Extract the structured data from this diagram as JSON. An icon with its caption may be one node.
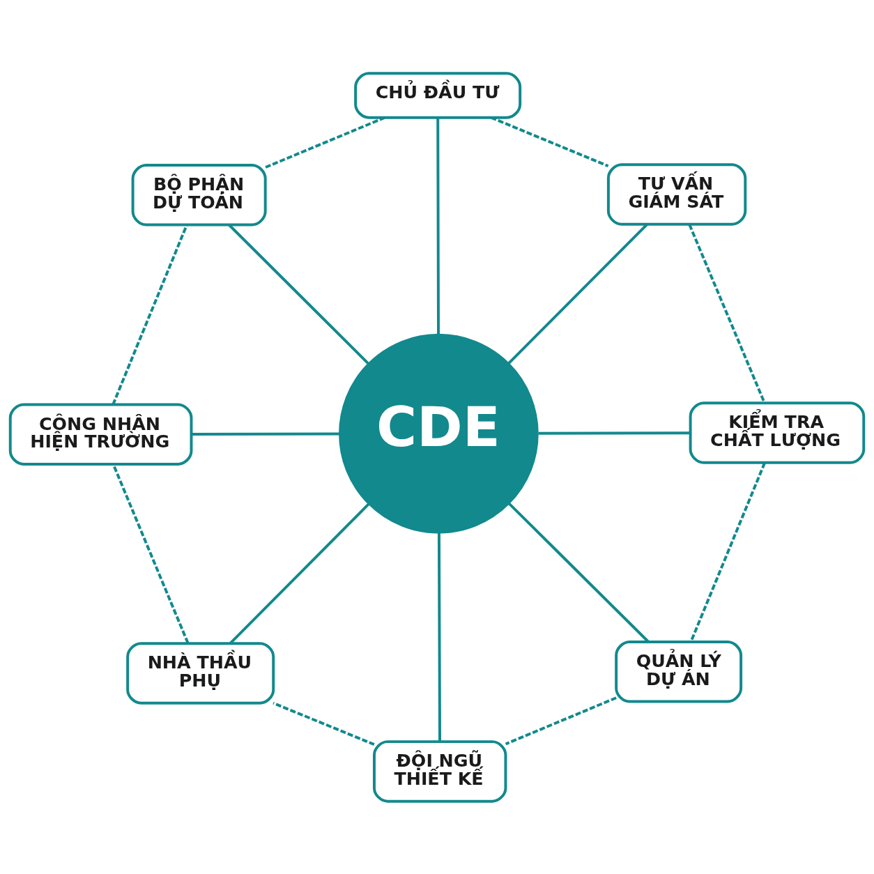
{
  "diagram": {
    "nodes": [
      {
        "text": [
          "CHỦ ĐẦU TƯ"
        ]
      },
      {
        "text": [
          "BỘ PHẬN DỰ TOÁN"
        ]
      },
      {
        "text": [
          "TƯ VẤN GIÁM SÁT"
        ]
      },
      {
        "text": [
          "CÔNG NHÂN HIỆN TRƯỜNG"
        ]
      },
      {
        "text": [
          "CDE"
        ]
      },
      {
        "text": [
          "KIỂM TRA CHẤT LƯỢNG"
        ]
      },
      {
        "text": [
          "NHÀ THẦU PHỤ"
        ]
      },
      {
        "text": [
          "QUẢN LÝ DỰ ÁN"
        ]
      },
      {
        "text": [
          "ĐỘI NGŨ THIẾT KẾ"
        ]
      }
    ],
    "edges": [
      {
        "from": 4,
        "to": 0,
        "arrow": "none"
      },
      {
        "from": 4,
        "to": 2,
        "arrow": "none"
      },
      {
        "from": 4,
        "to": 5,
        "arrow": "none"
      },
      {
        "from": 4,
        "to": 7,
        "arrow": "none"
      },
      {
        "from": 4,
        "to": 8,
        "arrow": "none"
      },
      {
        "from": 4,
        "to": 6,
        "arrow": "none"
      },
      {
        "from": 4,
        "to": 3,
        "arrow": "none"
      },
      {
        "from": 4,
        "to": 1,
        "arrow": "none"
      },
      {
        "from": 0,
        "to": 2,
        "arrow": "none",
        "style": "dashed"
      },
      {
        "from": 2,
        "to": 5,
        "arrow": "none",
        "style": "dashed"
      },
      {
        "from": 5,
        "to": 7,
        "arrow": "none",
        "style": "dashed"
      },
      {
        "from": 7,
        "to": 8,
        "arrow": "none",
        "style": "dashed"
      },
      {
        "from": 8,
        "to": 6,
        "arrow": "none",
        "style": "dashed"
      },
      {
        "from": 6,
        "to": 3,
        "arrow": "none",
        "style": "dashed"
      },
      {
        "from": 3,
        "to": 1,
        "arrow": "none",
        "style": "dashed"
      },
      {
        "from": 1,
        "to": 0,
        "arrow": "none",
        "style": "dashed"
      }
    ]
  }
}
